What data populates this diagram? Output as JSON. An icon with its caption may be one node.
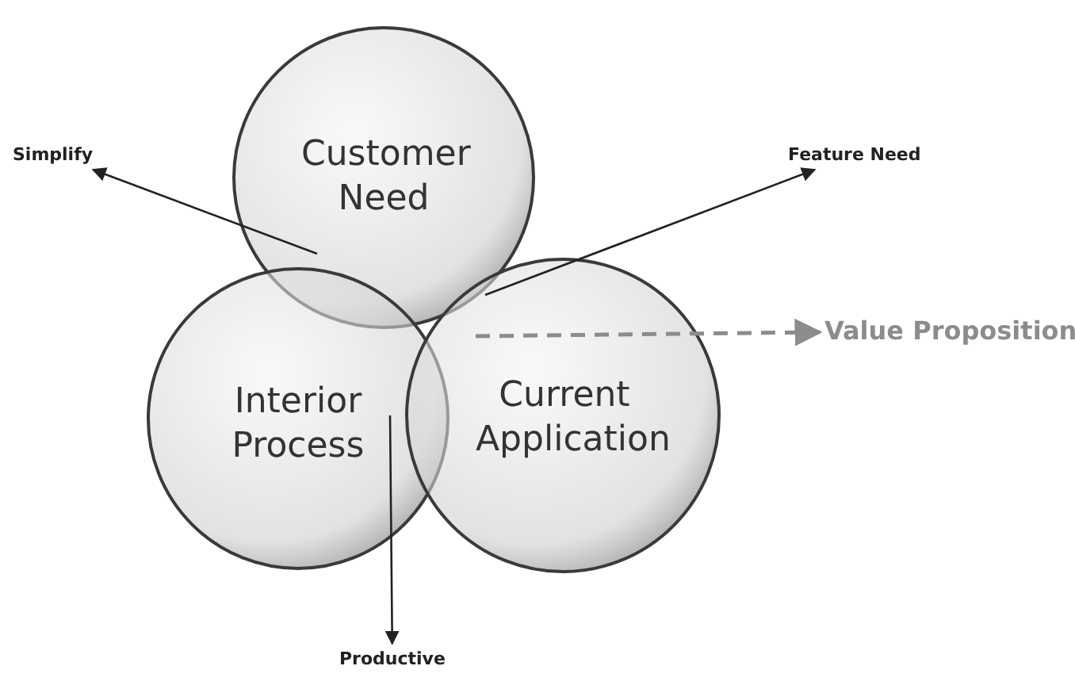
{
  "diagram": {
    "nodes": [
      {
        "text": [
          "Customer Need"
        ]
      },
      {
        "text": [
          "Interior Process"
        ]
      },
      {
        "text": [
          "Current Application"
        ]
      },
      {
        "text": [
          "Simplify"
        ]
      },
      {
        "text": [
          "Feature Need"
        ]
      },
      {
        "text": [
          "Value Proposition"
        ]
      },
      {
        "text": [
          "Productive"
        ]
      }
    ],
    "edges": [
      {
        "from": 0,
        "to": 3,
        "arrow": "to"
      },
      {
        "from": 2,
        "to": 4,
        "arrow": "to"
      },
      {
        "from": 2,
        "to": 5,
        "arrow": "to",
        "style": "dashed",
        "color": "#8c8c8c"
      },
      {
        "from": 1,
        "to": 6,
        "arrow": "to"
      }
    ]
  }
}
